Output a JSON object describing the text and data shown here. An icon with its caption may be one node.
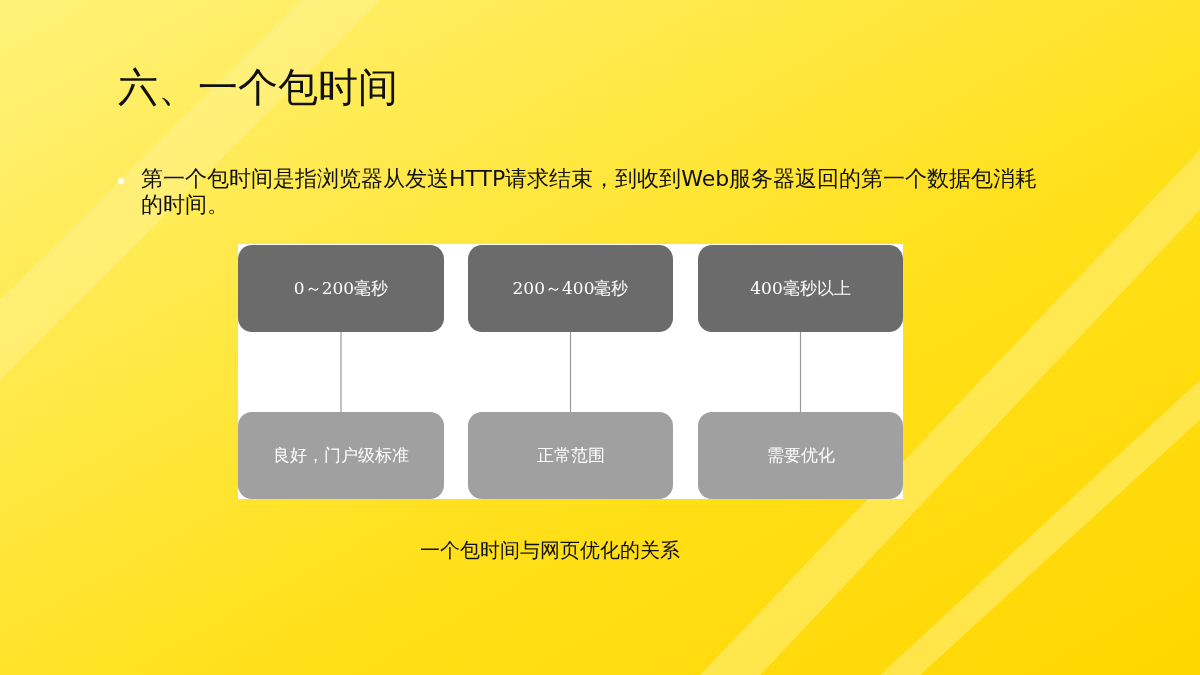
{
  "diagram": {
    "title": "六、一个包时间",
    "caption": "一个包时间与网页优化的关系",
    "nodes": [
      {
        "text": [
          "0～200毫秒"
        ]
      },
      {
        "text": [
          "200～400毫秒"
        ]
      },
      {
        "text": [
          "400毫秒以上"
        ]
      },
      {
        "text": [
          "良好，门户级标准"
        ]
      },
      {
        "text": [
          "正常范围"
        ]
      },
      {
        "text": [
          "需要优化"
        ]
      }
    ],
    "edges": [
      {
        "from": 0,
        "to": 3,
        "arrow": "none"
      },
      {
        "from": 1,
        "to": 4,
        "arrow": "none"
      },
      {
        "from": 2,
        "to": 5,
        "arrow": "none"
      }
    ],
    "labels": [
      "第一个包时间是指浏览器从发送HTTP请求结束，到收到Web服务器返回的第一个数据包消耗的时间。"
    ]
  }
}
